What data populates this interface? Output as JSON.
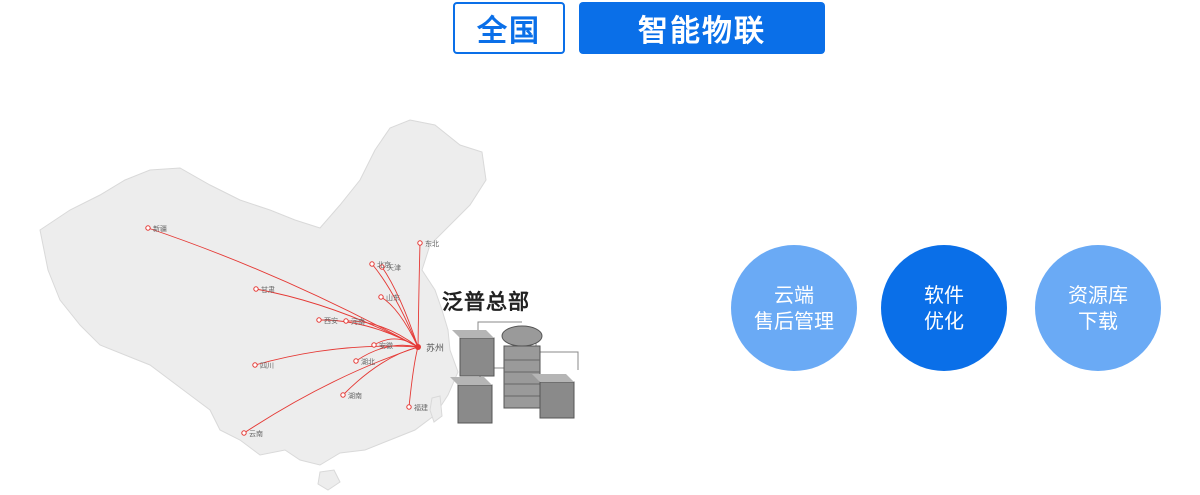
{
  "tabs": {
    "nationwide": "全国",
    "smart_iot": "智能物联"
  },
  "map": {
    "hq_label": "泛普总部",
    "hub_city": "苏州",
    "cities": [
      "新疆",
      "甘肃",
      "西安",
      "河南",
      "四川",
      "安徽",
      "湖北",
      "湖南",
      "云南",
      "福建",
      "北京",
      "天津",
      "山东",
      "东北"
    ],
    "line_color": "#e53935",
    "land_color": "#ededed"
  },
  "services": [
    {
      "line1": "云端",
      "line2": "售后管理"
    },
    {
      "line1": "软件",
      "line2": "优化"
    },
    {
      "line1": "资源库",
      "line2": "下载"
    }
  ],
  "colors": {
    "accent": "#0a6fe8",
    "light_accent": "#6aaaf5"
  }
}
